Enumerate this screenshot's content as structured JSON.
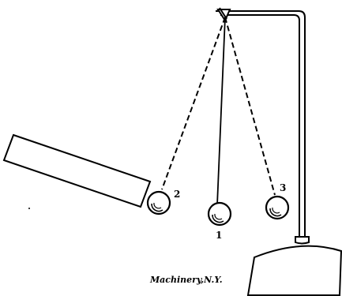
{
  "figure": {
    "ball_labels": [
      "2",
      "1",
      "3"
    ],
    "credit": "Machinery,N.Y."
  }
}
